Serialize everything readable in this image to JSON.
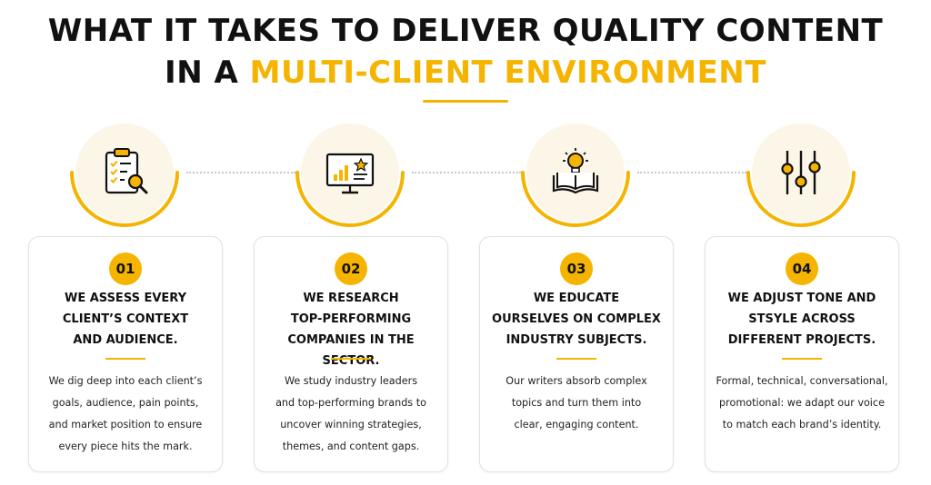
{
  "header": {
    "title_line1": "WHAT IT TAKES TO DELIVER QUALITY CONTENT",
    "title_line2_plain": "IN A ",
    "title_line2_accent": "MULTI-CLIENT ENVIRONMENT"
  },
  "colors": {
    "accent": "#f5b400",
    "icon_bg": "#fcf6e9",
    "text": "#111111"
  },
  "steps": [
    {
      "number": "01",
      "icon": "clipboard-search-icon",
      "title": "WE ASSESS EVERY\nCLIENT’S CONTEXT\nAND AUDIENCE.",
      "body": "We dig deep into each client’s\ngoals, audience, pain points,\nand market position to ensure\nevery piece hits the mark."
    },
    {
      "number": "02",
      "icon": "monitor-chart-icon",
      "title": "WE RESEARCH\nTOP-PERFORMING\nCOMPANIES IN THE SECTOR.",
      "body": "We study industry leaders\nand top-performing brands to\nuncover winning strategies,\nthemes, and content gaps."
    },
    {
      "number": "03",
      "icon": "book-lightbulb-icon",
      "title": "WE EDUCATE\nOURSELVES ON COMPLEX\nINDUSTRY SUBJECTS.",
      "body": "Our writers absorb complex\ntopics and turn them into\nclear, engaging content."
    },
    {
      "number": "04",
      "icon": "sliders-icon",
      "title": "WE ADJUST TONE AND\nSTSYLE ACROSS\nDIFFERENT PROJECTS.",
      "body": "Formal, technical, conversational,\npromotional: we adapt our voice\nto match each brand’s identity."
    }
  ]
}
